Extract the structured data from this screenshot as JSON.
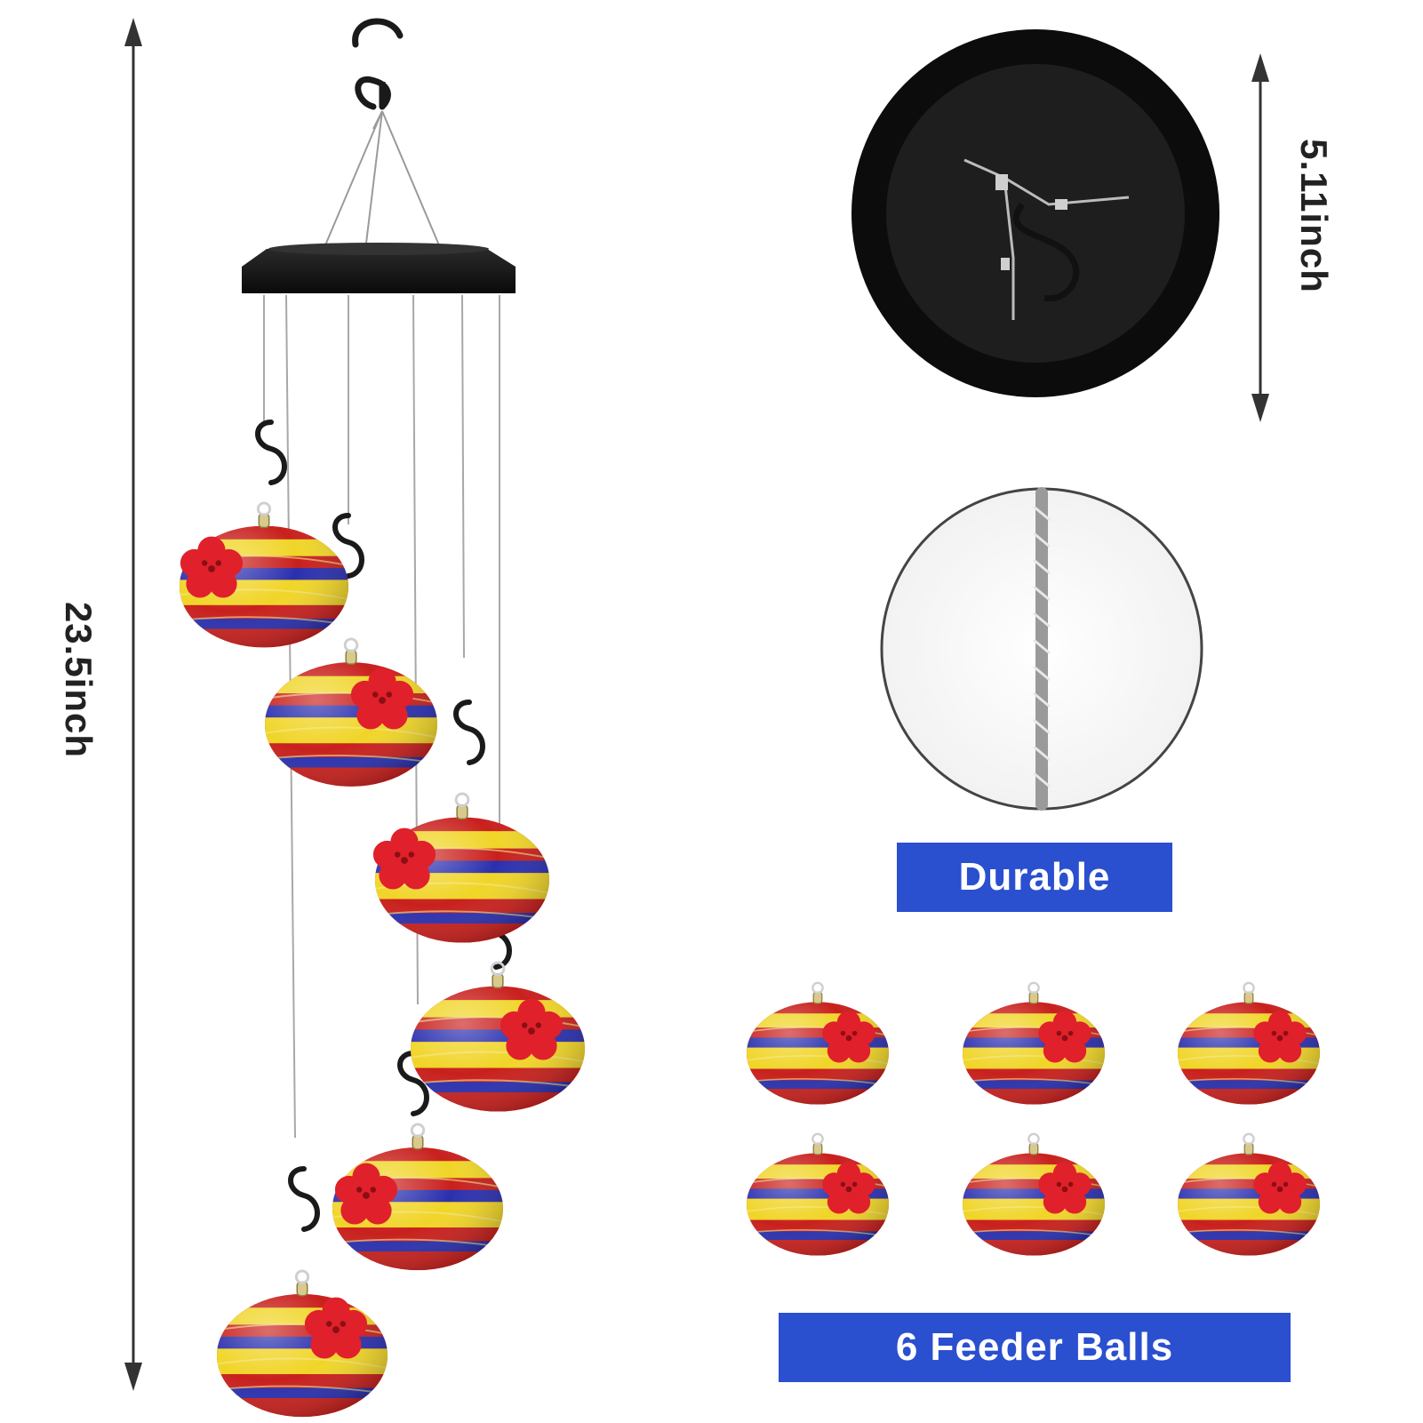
{
  "dimensions": {
    "height_label": "23.5inch",
    "width_label": "5.11inch"
  },
  "features": {
    "durable_label": "Durable",
    "feeder_balls_label": "6 Feeder Balls"
  },
  "icons": [
    "dimension-arrow-icon",
    "hook-icon",
    "flower-feeding-port-icon"
  ],
  "colors": {
    "banner": "#2a4fcf",
    "stripe_red": "#c8201d",
    "stripe_yellow": "#f0d528",
    "stripe_blue": "#2a2fae",
    "flower": "#e0202a",
    "top_plate": "#151515"
  }
}
